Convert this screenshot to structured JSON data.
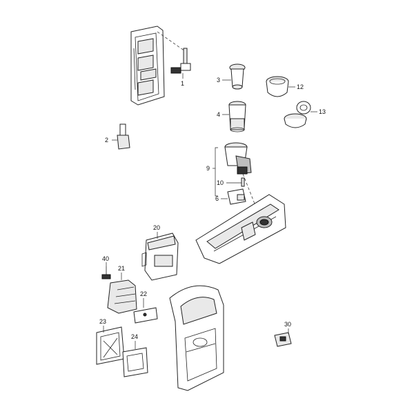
{
  "diagram": {
    "callouts": [
      {
        "id": "p1",
        "label": "1"
      },
      {
        "id": "p2",
        "label": "2"
      },
      {
        "id": "p3",
        "label": "3"
      },
      {
        "id": "p4",
        "label": "4"
      },
      {
        "id": "p6",
        "label": "6"
      },
      {
        "id": "p9",
        "label": "9"
      },
      {
        "id": "p10",
        "label": "10"
      },
      {
        "id": "p12",
        "label": "12"
      },
      {
        "id": "p13",
        "label": "13"
      },
      {
        "id": "p20",
        "label": "20"
      },
      {
        "id": "p21",
        "label": "21"
      },
      {
        "id": "p22",
        "label": "22"
      },
      {
        "id": "p23",
        "label": "23"
      },
      {
        "id": "p24",
        "label": "24"
      },
      {
        "id": "p30",
        "label": "30"
      },
      {
        "id": "p40",
        "label": "40"
      }
    ]
  }
}
